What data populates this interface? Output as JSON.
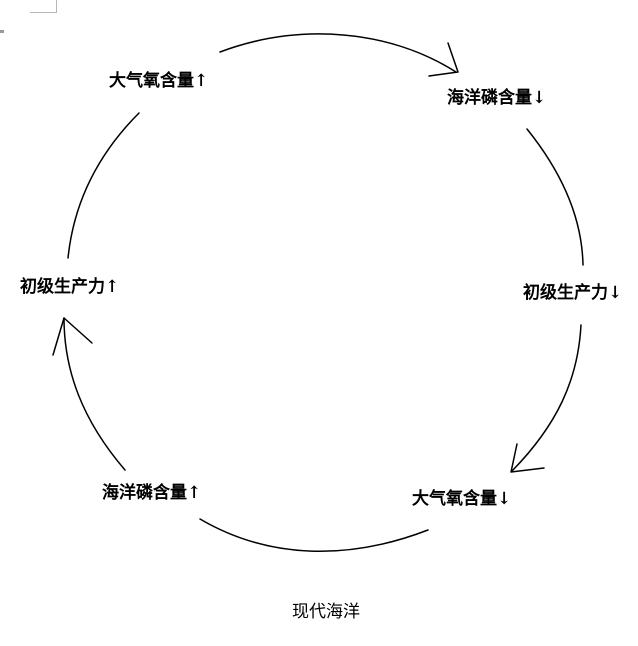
{
  "nodes": {
    "atm_oxygen_up": "大气氧含量↑",
    "ocean_phosphorus_down": "海洋磷含量↓",
    "primary_productivity_down": "初级生产力↓",
    "atm_oxygen_down": "大气氧含量↓",
    "ocean_phosphorus_up": "海洋磷含量↑",
    "primary_productivity_up": "初级生产力↑"
  },
  "caption": "现代海洋",
  "colors": {
    "line": "#000000",
    "background": "#ffffff"
  }
}
